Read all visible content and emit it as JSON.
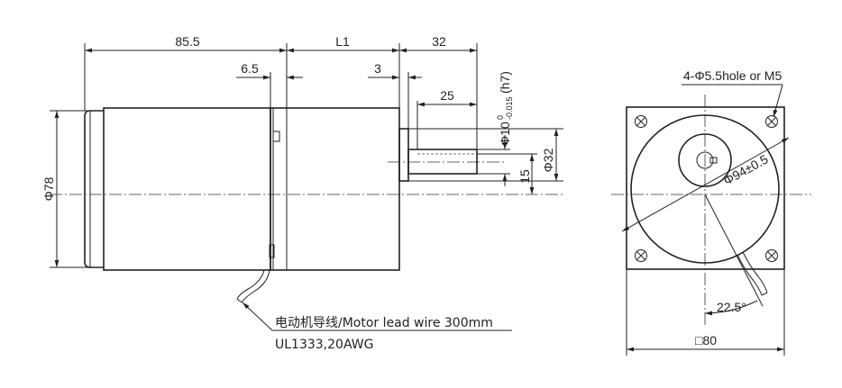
{
  "dimensions": {
    "length_rear": "85.5",
    "length_l1": "L1",
    "shaft_length": "32",
    "flange_step": "6.5",
    "shaft_offset": "3",
    "key_length": "25",
    "shaft_dia_main": "Φ10",
    "shaft_tol_upper": "0",
    "shaft_tol_lower": "-0.015",
    "shaft_fit": "(h7)",
    "key_height": "15",
    "pilot_dia": "Φ32",
    "body_dia": "Φ78",
    "mount_holes": "4-Φ5.5hole or M5",
    "bolt_circle": "Φ94±0.5",
    "lead_angle": "22.5°",
    "flange_square": "□80"
  },
  "notes": {
    "lead_wire": "电动机导线/Motor lead wire 300mm",
    "wire_spec": "UL1333,20AWG"
  }
}
